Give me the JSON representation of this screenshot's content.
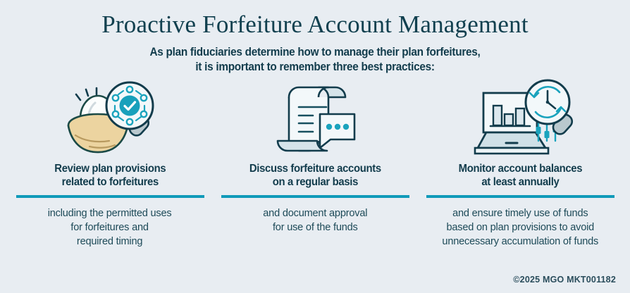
{
  "header": {
    "title": "Proactive Forfeiture Account Management",
    "subtitle_line1": "As plan fiduciaries determine how to manage their plan forfeitures,",
    "subtitle_line2": "it is important to remember three best practices:"
  },
  "columns": [
    {
      "icon_name": "nest-egg-magnifier-check-icon",
      "heading_line1": "Review plan provisions",
      "heading_line2": "related to forfeitures",
      "body_line1": "including the permitted uses",
      "body_line2": "for forfeitures and",
      "body_line3": "required timing"
    },
    {
      "icon_name": "scroll-document-speech-bubble-icon",
      "heading_line1": "Discuss forfeiture accounts",
      "heading_line2": "on a regular basis",
      "body_line1": "and document approval",
      "body_line2": "for use of the funds",
      "body_line3": ""
    },
    {
      "icon_name": "laptop-chart-clock-magnifier-icon",
      "heading_line1": "Monitor account balances",
      "heading_line2": "at least annually",
      "body_line1": "and ensure timely use of funds",
      "body_line2": "based on plan provisions to avoid",
      "body_line3": "unnecessary accumulation of funds"
    }
  ],
  "footer": {
    "copyright": "©2025  MGO MKT001182"
  },
  "colors": {
    "background": "#e8edf2",
    "title_text": "#11404f",
    "heading_text": "#123c4c",
    "body_text": "#1d4a58",
    "accent_teal": "#0f9ab9",
    "icon_outline": "#123c4c",
    "icon_fill_light": "#d6e4ea",
    "nest_gold": "#e8d3a0"
  }
}
